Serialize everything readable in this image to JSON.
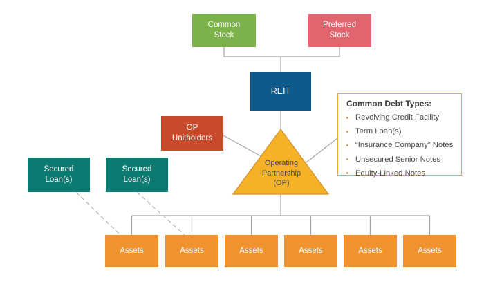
{
  "diagram": {
    "description": "REIT / UPREIT capital structure diagram",
    "colors": {
      "common_stock": "#7bb24a",
      "preferred_stock": "#e2646e",
      "reit": "#0d5a8c",
      "op_unitholders": "#c94a2b",
      "operating_partnership_fill": "#f6b226",
      "operating_partnership_border": "#cf9330",
      "secured_loans": "#0b7b72",
      "assets": "#f0922e",
      "debt_panel_border": "#f2a43c",
      "connector_line": "#a3a3a3",
      "dashed_line": "#b5b5b5"
    },
    "nodes": {
      "common_stock": {
        "label": "Common\nStock"
      },
      "preferred_stock": {
        "label": "Preferred\nStock"
      },
      "reit": {
        "label": "REIT"
      },
      "op_unitholders": {
        "label": "OP\nUnitholders"
      },
      "operating_partnership": {
        "label": "Operating\nPartnership\n(OP)",
        "shape": "triangle"
      },
      "secured_loan_1": {
        "label": "Secured\nLoan(s)"
      },
      "secured_loan_2": {
        "label": "Secured\nLoan(s)"
      }
    },
    "assets_labels": [
      "Assets",
      "Assets",
      "Assets",
      "Assets",
      "Assets",
      "Assets"
    ],
    "debt_box": {
      "title": "Common Debt Types:",
      "items": [
        "Revolving Credit Facility",
        "Term Loan(s)",
        "“Insurance Company” Notes",
        "Unsecured Senior Notes",
        "Equity-Linked Notes"
      ]
    }
  }
}
